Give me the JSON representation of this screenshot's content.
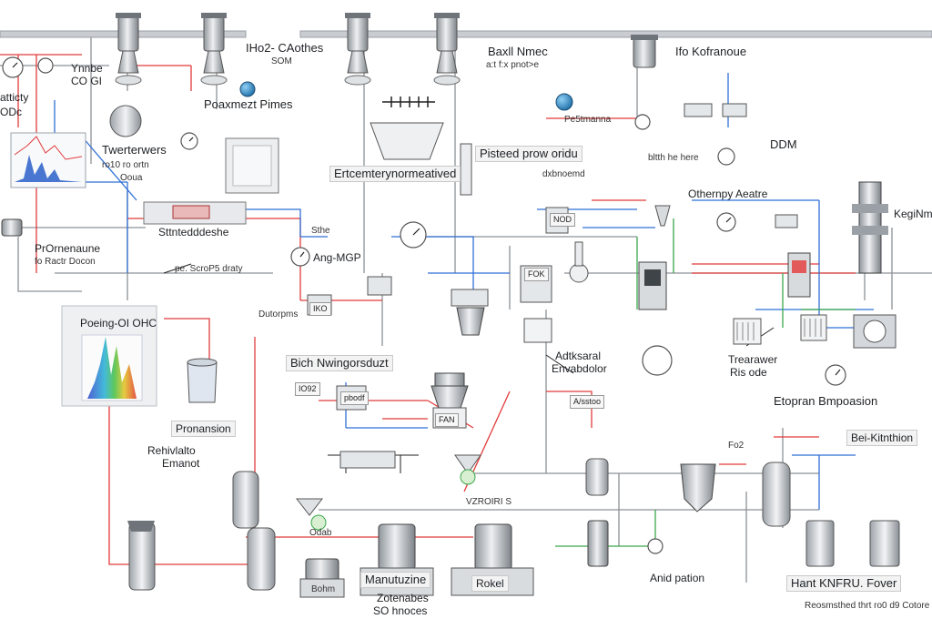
{
  "labels": {
    "l01": "Ynnbe",
    "l02": "CO GI",
    "l03": "atticty",
    "l04": "ODc",
    "l05": "IHo2- CAothes",
    "l06": "SOM",
    "l07": "Baxll Nmec",
    "l08": "a:t f:x pnot>e",
    "l09": "Ifo Kofranoue",
    "l10": "Poaxmezt Pimes",
    "l11": "Twerterwers",
    "l12": "ro10 ro ortn",
    "l13": "Ooua",
    "l14": "Pe5tmanna",
    "l15": "DDM",
    "l16": "bltth he here",
    "l17": "Pisteed prow oridu",
    "l18": "Ertcemterynormeatived",
    "l19": "dxbnoemd",
    "l20": "Sttntedddeshe",
    "l21": "Othernpy Aeatre",
    "l22": "KegiNmp",
    "l23": "PrOrnenaune",
    "l24": "fo Ractr Docon",
    "l25": "Ang-MGP",
    "l26": "pe. ScroP5 draty",
    "l27": "Poeing-OI OHC",
    "l28": "Dutorpms",
    "l29": "Adtksaral",
    "l30": "Envabdolor",
    "l31": "Trearawer",
    "l32": "Ris ode",
    "l33": "Bich Nwingorsduzt",
    "l34": "Etopran Bmpoasion",
    "l35": "Pronansion",
    "l36": "Rehivlalto",
    "l37": "Emanot",
    "l38": "Bei-Kitnthion",
    "l39": "Zotenabes",
    "l40": "SO hnoces",
    "l41": "Anid pation",
    "l42": "Hant KNFRU. Fover",
    "l43": "Reosmsthed thrt ro0 d9 Cotore",
    "l44": "VZROIRI S",
    "l45": "Manutuzine",
    "l46": "Rokel",
    "l47": "Bohm",
    "l48": "Fo2",
    "l49": "Sthe",
    "l50": "Odab"
  },
  "tags": {
    "t01": "NOD",
    "t02": "FOK",
    "t03": "IO92",
    "t04": "IKO",
    "t05": "FAN",
    "t06": "A/sstoo",
    "t07": "pbodf"
  },
  "colors": {
    "pipe_red": "#e23b3b",
    "pipe_blue": "#2f6fd6",
    "pipe_green": "#3aa84a",
    "pipe_gray": "#8c9196",
    "pipe_black": "#222222",
    "metal": "#b9bec4",
    "metal_dark": "#6e747a",
    "sphere_blue": "#1f8fd0",
    "header_bar": "#c9cdd2"
  }
}
